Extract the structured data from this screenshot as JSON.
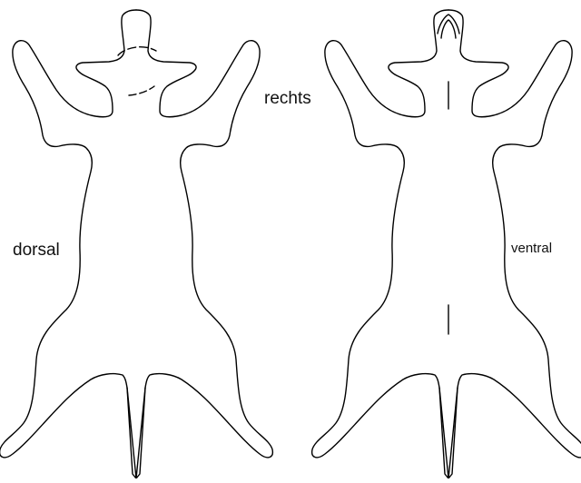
{
  "labels": {
    "right": "rechts",
    "dorsal": "dorsal",
    "ventral": "ventral"
  },
  "colors": {
    "outline": "#000000",
    "background": "#ffffff"
  }
}
